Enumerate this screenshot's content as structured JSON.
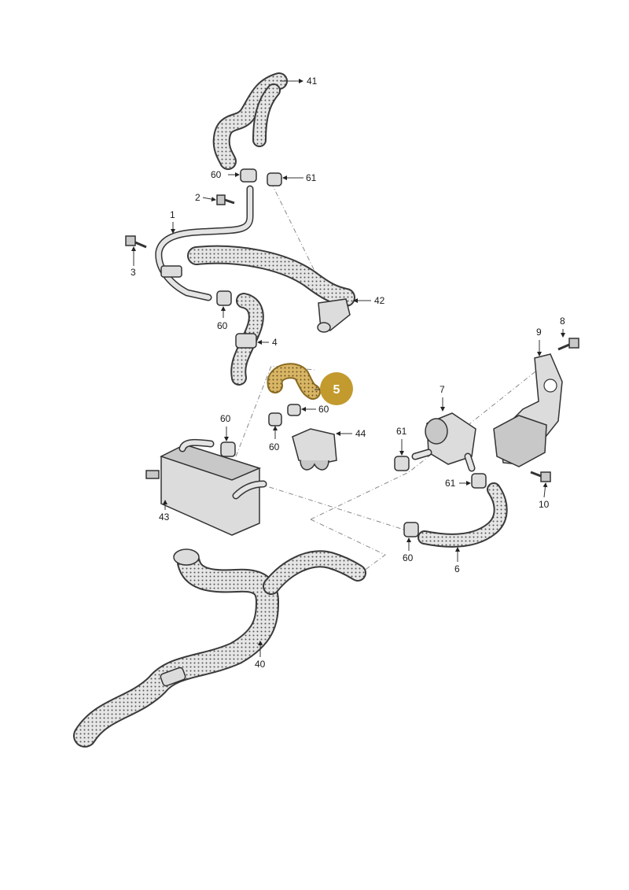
{
  "colors": {
    "highlight_badge": "#C29A2E",
    "highlight_part": "#C9A24A",
    "line": "#333333",
    "part_fill": "#DCDCDC"
  },
  "highlight": {
    "label": "5"
  },
  "callouts": {
    "c41": "41",
    "c60a": "60",
    "c61a": "61",
    "c2": "2",
    "c1": "1",
    "c3": "3",
    "c42": "42",
    "c60b": "60",
    "c4": "4",
    "c60c": "60",
    "c60d": "60",
    "c60e": "60",
    "c44": "44",
    "c7": "7",
    "c9": "9",
    "c8": "8",
    "c61b": "61",
    "c61c": "61",
    "c10": "10",
    "c43": "43",
    "c60f": "60",
    "c6": "6",
    "c40": "40"
  }
}
